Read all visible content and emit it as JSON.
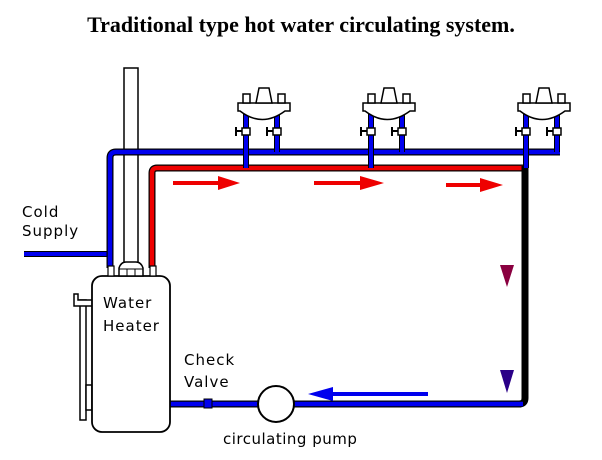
{
  "title": "Traditional type hot water circulating system.",
  "labels": {
    "cold_supply_line1": "Cold",
    "cold_supply_line2": "Supply",
    "water_heater_line1": "Water",
    "water_heater_line2": "Heater",
    "check_valve_line1": "Check",
    "check_valve_line2": "Valve",
    "circulating_pump": "circulating pump"
  },
  "colors": {
    "cold_pipe": "#0000ee",
    "hot_pipe": "#ee0000",
    "return_arrow": "#2a006e",
    "outline": "#000000"
  },
  "fixtures": [
    {
      "name": "fixture-1"
    },
    {
      "name": "fixture-2"
    },
    {
      "name": "fixture-3"
    }
  ],
  "flow_arrows": {
    "hot_supply_direction": "right",
    "riser_direction": "down",
    "return_direction": "left"
  }
}
